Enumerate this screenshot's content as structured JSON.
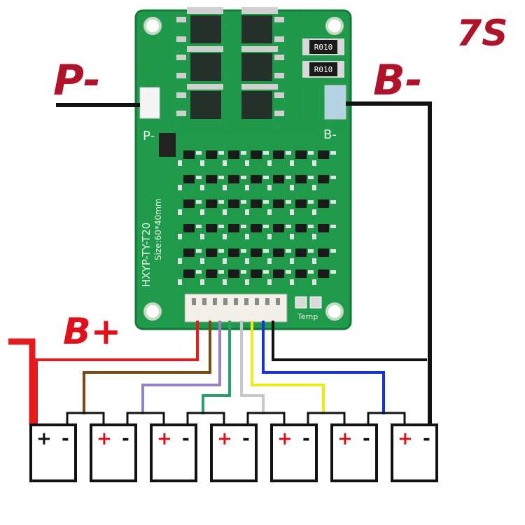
{
  "labels": {
    "config": "7S",
    "p_minus": "P-",
    "b_minus": "B-",
    "b_plus": "B+"
  },
  "board": {
    "silkscreen_model": "HXYP-TY-T20",
    "silkscreen_size": "Size:60*40mm",
    "pad_p_label": "P-",
    "pad_b_label": "B-",
    "temp_label": "Temp",
    "resistor_labels": [
      "R010",
      "R010"
    ],
    "colors": {
      "pcb": "#1f9a4a",
      "pcb_edge": "#157a38",
      "silk": "#e8f5e8"
    }
  },
  "cells": {
    "count": 7,
    "plus_label": "+",
    "minus_label": "-",
    "plus_color": "#e0101a",
    "minus_color": "#111111"
  },
  "wires": {
    "colors": [
      "#e41a1c",
      "#7a4a14",
      "#9c7ec8",
      "#2f9e6a",
      "#c8c8c8",
      "#ecec1c",
      "#1632d8",
      "#111111"
    ]
  }
}
